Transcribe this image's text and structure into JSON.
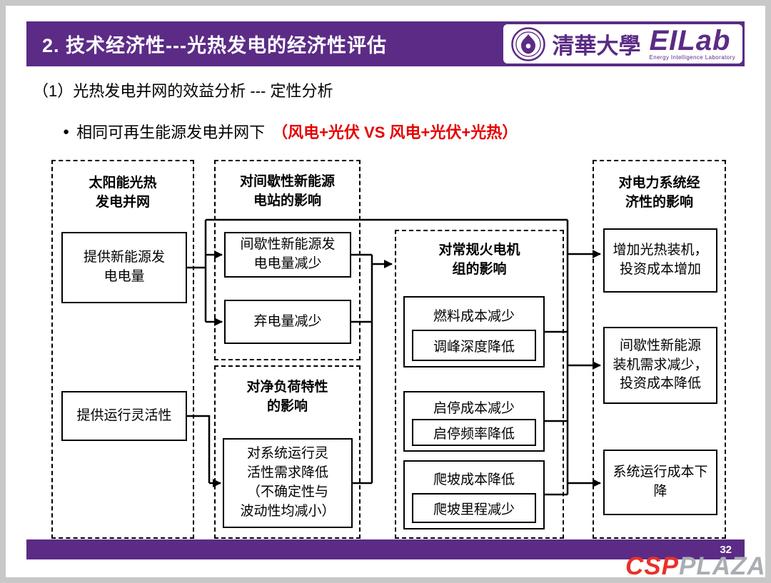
{
  "slide": {
    "title": "2. 技术经济性---光热发电的经济性评估",
    "page_number": "32"
  },
  "header_logos": {
    "university_name": "清華大學",
    "lab_name": "EILab",
    "lab_caption": "Energy Intelligence Laboratory"
  },
  "watermark": {
    "left": "CSP",
    "right": "PLAZA"
  },
  "content": {
    "subtitle": "（1）光热发电并网的效益分析 --- 定性分析",
    "bullet_marker": "●",
    "bullet_text": "相同可再生能源发电并网下",
    "bullet_highlight": "（风电+光伏 VS 风电+光伏+光热）"
  },
  "diagram": {
    "solar": {
      "header": "太阳能光热\n发电并网",
      "boxes": [
        "提供新能源发\n电电量",
        "提供运行灵活性"
      ]
    },
    "intermittent": {
      "header": "对间歇性新能源\n电站的影响",
      "boxes": [
        "间歇性新能源发\n电电量减少",
        "弃电量减少"
      ]
    },
    "netload": {
      "header": "对净负荷特性\n的影响",
      "boxes": [
        "对系统运行灵\n活性需求降低\n（不确定性与\n波动性均减小）"
      ]
    },
    "thermal": {
      "header": "对常规火电机\n组的影响",
      "pairs": [
        {
          "top": "燃料成本减少",
          "inner": "调峰深度降低"
        },
        {
          "top": "启停成本减少",
          "inner": "启停频率降低"
        },
        {
          "top": "爬坡成本降低",
          "inner": "爬坡里程减少"
        }
      ]
    },
    "economy": {
      "header": "对电力系统经\n济性的影响",
      "boxes": [
        "增加光热装机，\n投资成本增加",
        "间歇性新能源\n装机需求减少，\n投资成本降低",
        "系统运行成本下\n降"
      ]
    }
  },
  "colors": {
    "accent_purple": "#5b2b86",
    "highlight_red": "#e60000",
    "watermark_red": "#e8312a",
    "watermark_gray": "#a9aeb4"
  }
}
